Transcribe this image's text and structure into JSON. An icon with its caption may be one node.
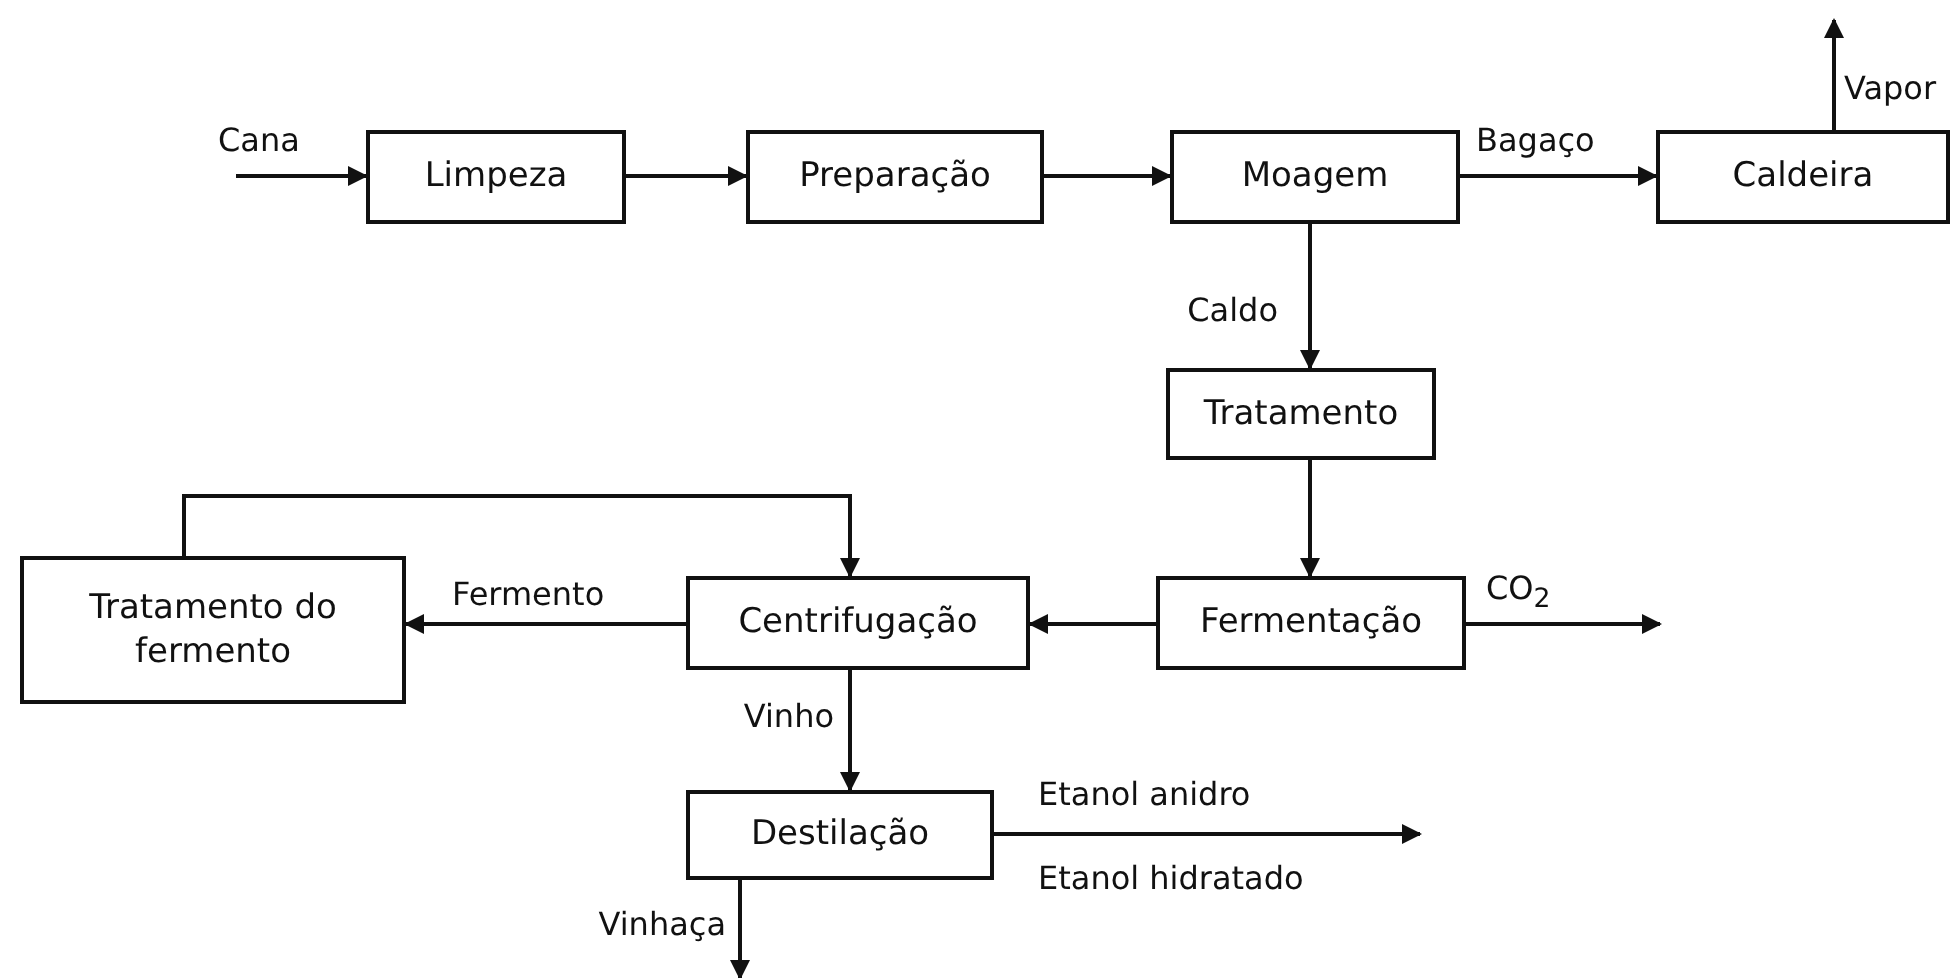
{
  "diagram": {
    "nodes": [
      {
        "text": [
          "Limpeza"
        ]
      },
      {
        "text": [
          "Preparação"
        ]
      },
      {
        "text": [
          "Moagem"
        ]
      },
      {
        "text": [
          "Caldeira"
        ]
      },
      {
        "text": [
          "Tratamento"
        ]
      },
      {
        "text": [
          "Fermentação"
        ]
      },
      {
        "text": [
          "Centrifugação"
        ]
      },
      {
        "text": [
          "Tratamento do fermento"
        ]
      },
      {
        "text": [
          "Destilação"
        ]
      }
    ],
    "edges": [
      {
        "from": null,
        "to": 0,
        "arrow": "to",
        "label": "Cana"
      },
      {
        "from": 0,
        "to": 1,
        "arrow": "to"
      },
      {
        "from": 1,
        "to": 2,
        "arrow": "to"
      },
      {
        "from": 2,
        "to": 3,
        "arrow": "to",
        "label": "Bagaço"
      },
      {
        "from": 3,
        "to": null,
        "arrow": "to",
        "label": "Vapor"
      },
      {
        "from": 2,
        "to": 4,
        "arrow": "to",
        "label": "Caldo"
      },
      {
        "from": 4,
        "to": 5,
        "arrow": "to"
      },
      {
        "from": 5,
        "to": 6,
        "arrow": "to"
      },
      {
        "from": 5,
        "to": null,
        "arrow": "to",
        "label": "CO$_{2}$"
      },
      {
        "from": 6,
        "to": 7,
        "arrow": "to",
        "label": "Fermento"
      },
      {
        "from": 7,
        "to": 6,
        "arrow": "to"
      },
      {
        "from": 6,
        "to": 8,
        "arrow": "to",
        "label": "Vinho"
      },
      {
        "from": 8,
        "to": null,
        "arrow": "to",
        "label": "Etanol anidro"
      },
      {
        "from": 8,
        "to": null,
        "arrow": "to",
        "label": "Vinhaça"
      }
    ],
    "labels": [
      "Etanol hidratado"
    ]
  }
}
